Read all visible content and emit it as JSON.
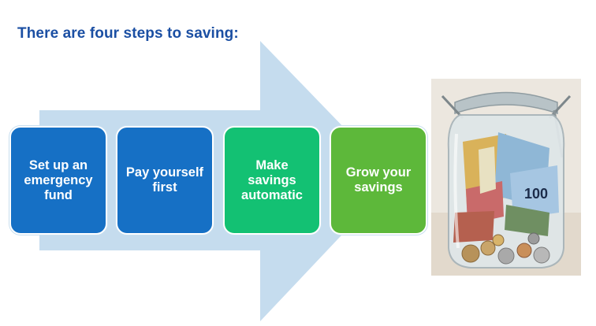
{
  "title": "There are four steps to saving:",
  "steps": [
    {
      "label": "Set up an emergency fund",
      "color": "#1670c5"
    },
    {
      "label": "Pay yourself first",
      "color": "#1670c5"
    },
    {
      "label": "Make savings automatic",
      "color": "#13c173"
    },
    {
      "label": "Grow your savings",
      "color": "#5db83a"
    }
  ],
  "arrow_color": "#c5dcee",
  "photo": {
    "banknote_text": "100"
  }
}
